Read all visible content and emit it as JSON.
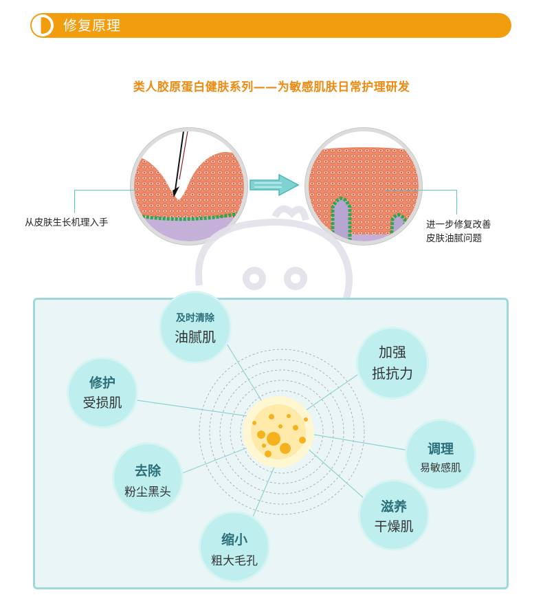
{
  "header": {
    "title": "修复原理"
  },
  "subtitle": "类人胶原蛋白健肤系列——为敏感肌肤日常护理研发",
  "diagram": {
    "left_caption": "从皮肤生长机理入手",
    "right_caption_line1": "进一步修复改善",
    "right_caption_line2": "皮肤油腻问题"
  },
  "benefits": [
    {
      "title": "及时清除",
      "sub": "油腻肌"
    },
    {
      "title": "加强",
      "sub": "抵抗力"
    },
    {
      "title": "修护",
      "sub": "受损肌"
    },
    {
      "title": "调理",
      "sub": "易敏感肌"
    },
    {
      "title": "去除",
      "sub": "粉尘黑头"
    },
    {
      "title": "滋养",
      "sub": "干燥肌"
    },
    {
      "title": "缩小",
      "sub": "粗大毛孔"
    }
  ],
  "colors": {
    "accent": "#f29d0e",
    "teal": "#5cc9c9",
    "bubble": "#bfeeee",
    "panel": "#e9f6f5"
  }
}
